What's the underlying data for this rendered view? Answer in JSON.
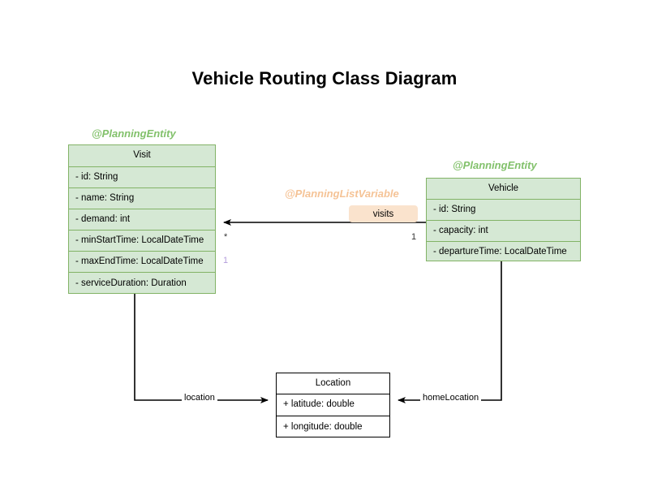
{
  "diagram": {
    "title": "Vehicle Routing Class Diagram",
    "type": "uml-class-diagram",
    "background": "#ffffff"
  },
  "palette": {
    "entity_fill": "#d5e8d4",
    "entity_border": "#82b366",
    "entity_stereotype_text": "#82c16b",
    "listvar_stereotype_text": "#f5c396",
    "badge_fill": "#fae3cd",
    "plain_fill": "#ffffff",
    "plain_border": "#000000",
    "edge_stroke": "#000000",
    "mult_dark": "#333333",
    "mult_lavender": "#b39ddb"
  },
  "classes": [
    {
      "id": "visit",
      "name": "Visit",
      "stereotype": "@PlanningEntity",
      "style": "entity",
      "attributes": [
        "- id: String",
        "- name: String",
        "- demand: int",
        "- minStartTime: LocalDateTime",
        "- maxEndTime: LocalDateTime",
        "- serviceDuration: Duration"
      ]
    },
    {
      "id": "vehicle",
      "name": "Vehicle",
      "stereotype": "@PlanningEntity",
      "style": "entity",
      "attributes": [
        "- id: String",
        "- capacity: int",
        "- departureTime: LocalDateTime"
      ]
    },
    {
      "id": "location",
      "name": "Location",
      "stereotype": "",
      "style": "plain",
      "attributes": [
        "+ latitude: double",
        "+ longitude: double"
      ]
    }
  ],
  "relations": [
    {
      "id": "vehicle-visits",
      "from": "Vehicle",
      "to": "Visit",
      "role_badge": "visits",
      "stereotype": "@PlanningListVariable",
      "source_multiplicity": "1",
      "target_multiplicity": "*",
      "target_multiplicity_secondary": "1"
    },
    {
      "id": "visit-location",
      "from": "Visit",
      "to": "Location",
      "label": "location"
    },
    {
      "id": "vehicle-homelocation",
      "from": "Vehicle",
      "to": "Location",
      "label": "homeLocation"
    }
  ]
}
